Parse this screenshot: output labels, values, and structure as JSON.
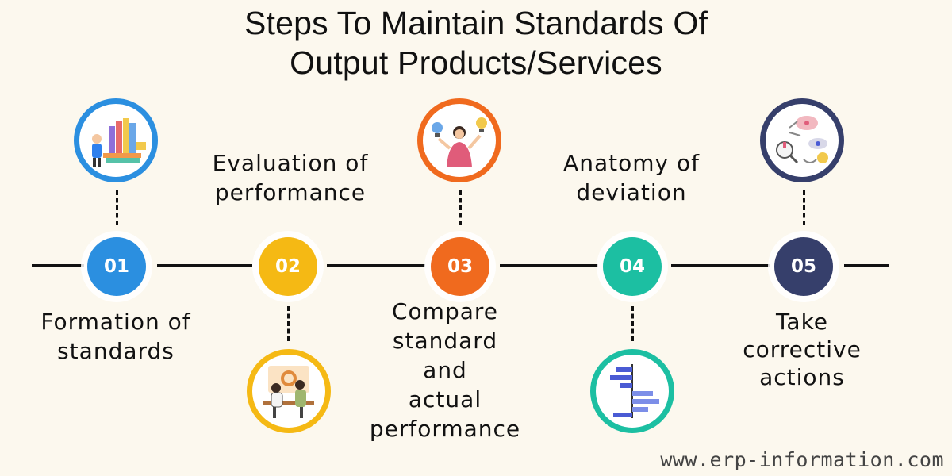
{
  "title": {
    "line1": "Steps To Maintain Standards Of",
    "line2": "Output Products/Services"
  },
  "colors": {
    "background": "#fcf8ee",
    "step1": "#2b8fe0",
    "step2": "#f5b914",
    "step3": "#f06a1e",
    "step4": "#1cbfa2",
    "step5": "#363f6b"
  },
  "steps": [
    {
      "number": "01",
      "label_lines": [
        "Formation of",
        "standards"
      ],
      "icon": "books-stack-icon"
    },
    {
      "number": "02",
      "label_lines": [
        "Evaluation of",
        "performance"
      ],
      "icon": "team-meeting-icon"
    },
    {
      "number": "03",
      "label_lines": [
        "Compare",
        "standard",
        "and",
        "actual",
        "performance"
      ],
      "icon": "woman-comparing-ideas-icon"
    },
    {
      "number": "04",
      "label_lines": [
        "Anatomy of",
        "deviation"
      ],
      "icon": "gantt-chart-icon"
    },
    {
      "number": "05",
      "label_lines": [
        "Take",
        "corrective",
        "actions"
      ],
      "icon": "corrective-process-icon"
    }
  ],
  "watermark": "www.erp-information.com"
}
